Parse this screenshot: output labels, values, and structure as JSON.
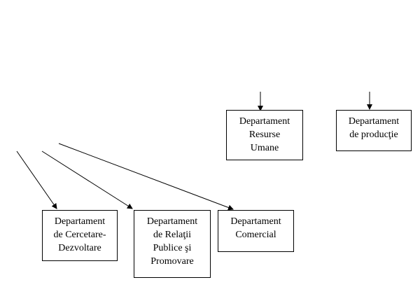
{
  "diagram": {
    "boxes": {
      "hr": "Departament\nResurse\nUmane",
      "production": "Departament\nde producţie",
      "research": "Departament\nde Cercetare-\nDezvoltare",
      "public_relations": "Departament\nde Relaţii\nPublice şi\nPromovare",
      "commercial": "Departament\nComercial"
    },
    "line_color": "#000000"
  }
}
